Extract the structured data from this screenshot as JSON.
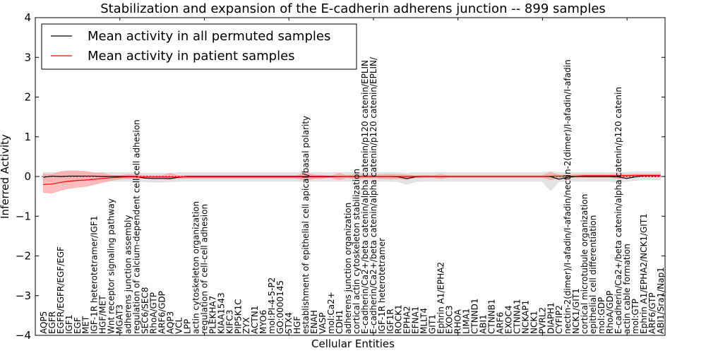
{
  "chart_data": {
    "type": "line",
    "title": "Stabilization and expansion of the E-cadherin adherens junction -- 899 samples",
    "xlabel": "Cellular Entities",
    "ylabel": "Inferred Activity",
    "ylim": [
      -4,
      4
    ],
    "yticks": [
      "-4",
      "-3",
      "-2",
      "-1",
      "0",
      "1",
      "2",
      "3",
      "4"
    ],
    "legend_position": "top-left",
    "grid": false,
    "colors": {
      "permuted": "#000000",
      "patient": "#ff0000",
      "patient_band": "#ff9999",
      "permuted_band": "#d9d9d9"
    },
    "categories": [
      "AQP5",
      "EGFR",
      "EGFR/EGFR/EGF/EGF",
      "IGF1",
      "EGF",
      "MET",
      "IGF-1R heterotetramer/IGF1",
      "HGF/MET",
      "Wnt receptor signaling pathway",
      "MGAT3",
      "adherens junction assembly",
      "regulation of calcium-dependent cell-cell adhesion",
      "SEC6/SEC8",
      "RhoA/GTP",
      "ARF6/GDP",
      "AQP3",
      "VCL",
      "LPP",
      "actin cytoskeleton organization",
      "regulation of cell-cell adhesion",
      "PLEKHA7",
      "KIAA1543",
      "KIFC3",
      "PIP5K1C",
      "ZYX",
      "ACTN1",
      "MYO6",
      "mol:PI-4-5-P2",
      "GO:0000145",
      "STX4",
      "HGF",
      "establishment of epithelial cell apical/basal polarity",
      "ENAH",
      "VASP",
      "mol:Ca2+",
      "CDH1",
      "adherens junction organization",
      "cortical actin cytoskeleton stabilization",
      "E-cadherin/Ca2+/beta catenin/alpha catenin/p120 catenin/EPLIN",
      "E-cadherin/Ca2+/beta catenin/alpha catenin/p120 catenin/EPLIN/",
      "IGF-1R heterotetramer",
      "IGF1R",
      "ROCK1",
      "EPHA2",
      "EFNA1",
      "MLLT4",
      "GIT1",
      "Ephrin A1/EPHA2",
      "EXOC3",
      "RHOA",
      "LIMA1",
      "CTNND1",
      "ABI1",
      "CTNNB1",
      "ARF6",
      "EXOC4",
      "CTNNA1",
      "NCKAP1",
      "NCK1",
      "PVRL2",
      "DIAPH1",
      "CYFIP2",
      "nectin-2(dimer)/I-afadin/I-afadin/nectin-2(dimer)/I-afadin/I-afadin",
      "NCK1/GIT1",
      "cortical microtubule organization",
      "epithelial cell differentiation",
      "mol:GDP",
      "RhoA/GDP",
      "E-cadherin/Ca2+/beta catenin/alpha catenin/p120 catenin",
      "actin cable formation",
      "mol:GTP",
      "Ephrin A1/EPHA2/NCK1/GIT1",
      "ARF6/GTP",
      "ABI1/Sra1/Nap1"
    ],
    "series": [
      {
        "name": "Mean activity in all permuted samples",
        "values": [
          -0.02,
          0.01,
          0.0,
          0.01,
          0.01,
          0.01,
          0.01,
          0.0,
          0.0,
          0.0,
          0.0,
          0.0,
          -0.04,
          -0.05,
          -0.05,
          -0.05,
          -0.02,
          0,
          0,
          0,
          0,
          0,
          0,
          0,
          0,
          0,
          0,
          0,
          0,
          0,
          0,
          0,
          0,
          0,
          0,
          0,
          0,
          0,
          0,
          0,
          0,
          0,
          -0.01,
          -0.05,
          -0.01,
          0,
          0,
          0,
          0,
          0,
          0,
          0,
          0,
          0,
          0,
          0,
          0,
          0,
          0,
          0,
          0,
          -0.07,
          -0.02,
          0,
          0,
          0,
          0,
          0,
          -0.01,
          -0.05,
          -0.01,
          0.02,
          0.02,
          0.02
        ],
        "lower": [
          -0.12,
          -0.12,
          -0.12,
          -0.12,
          -0.12,
          -0.12,
          -0.12,
          -0.12,
          -0.12,
          -0.12,
          -0.12,
          -0.12,
          -0.13,
          -0.14,
          -0.14,
          -0.13,
          -0.12,
          -0.12,
          -0.12,
          -0.12,
          -0.12,
          -0.12,
          -0.12,
          -0.12,
          -0.12,
          -0.12,
          -0.12,
          -0.12,
          -0.12,
          -0.12,
          -0.12,
          -0.12,
          -0.12,
          -0.12,
          -0.12,
          -0.12,
          -0.12,
          -0.12,
          -0.12,
          -0.12,
          -0.12,
          -0.12,
          -0.13,
          -0.2,
          -0.13,
          -0.12,
          -0.12,
          -0.12,
          -0.12,
          -0.12,
          -0.12,
          -0.12,
          -0.12,
          -0.12,
          -0.12,
          -0.12,
          -0.12,
          -0.12,
          -0.12,
          -0.12,
          -0.35,
          -0.13,
          -0.12,
          -0.12,
          -0.12,
          -0.12,
          -0.12,
          -0.12,
          -0.15,
          -0.12,
          -0.1,
          -0.08,
          -0.08,
          -0.08
        ],
        "upper": [
          0.1,
          0.1,
          0.1,
          0.1,
          0.1,
          0.1,
          0.1,
          0.1,
          0.1,
          0.1,
          0.1,
          0.1,
          0.08,
          0.08,
          0.08,
          0.08,
          0.1,
          0.1,
          0.1,
          0.1,
          0.1,
          0.1,
          0.1,
          0.1,
          0.1,
          0.1,
          0.1,
          0.1,
          0.1,
          0.1,
          0.1,
          0.1,
          0.1,
          0.1,
          0.1,
          0.1,
          0.1,
          0.1,
          0.1,
          0.1,
          0.1,
          0.1,
          0.1,
          0.08,
          0.1,
          0.1,
          0.1,
          0.1,
          0.1,
          0.1,
          0.1,
          0.1,
          0.1,
          0.1,
          0.1,
          0.1,
          0.1,
          0.1,
          0.1,
          0.1,
          0.12,
          0.1,
          0.1,
          0.1,
          0.1,
          0.1,
          0.1,
          0.1,
          0.1,
          0.1,
          0.12,
          0.12,
          0.12,
          0.12
        ]
      },
      {
        "name": "Mean activity in patient samples",
        "values": [
          -0.2,
          -0.19,
          -0.15,
          -0.12,
          -0.1,
          -0.09,
          -0.07,
          -0.05,
          -0.03,
          -0.02,
          -0.01,
          -0.01,
          -0.01,
          -0.01,
          -0.01,
          -0.01,
          -0.01,
          -0.01,
          -0.01,
          -0.01,
          -0.01,
          -0.01,
          -0.01,
          -0.01,
          -0.01,
          -0.01,
          -0.01,
          -0.01,
          -0.01,
          -0.01,
          -0.01,
          -0.01,
          -0.01,
          -0.01,
          -0.01,
          0,
          0,
          0,
          0,
          0,
          0,
          0,
          0,
          0,
          0,
          0,
          0,
          0,
          0,
          0,
          0,
          0,
          0,
          0,
          0,
          0,
          0,
          0,
          0,
          0,
          0.01,
          0.01,
          0.01,
          0.01,
          0.02,
          0.02,
          0.02,
          0.02,
          0.02,
          0.02,
          0.03,
          0.03,
          0.03,
          0.03
        ],
        "lower": [
          -0.4,
          -0.42,
          -0.35,
          -0.3,
          -0.27,
          -0.25,
          -0.2,
          -0.15,
          -0.1,
          -0.06,
          -0.05,
          -0.05,
          -0.04,
          -0.04,
          -0.04,
          -0.08,
          -0.04,
          -0.04,
          -0.04,
          -0.04,
          -0.04,
          -0.04,
          -0.04,
          -0.04,
          -0.04,
          -0.04,
          -0.04,
          -0.04,
          -0.04,
          -0.04,
          -0.04,
          -0.1,
          -0.05,
          -0.04,
          -0.02,
          -0.08,
          -0.03,
          -0.06,
          -0.04,
          -0.04,
          -0.05,
          -0.06,
          -0.05,
          -0.08,
          -0.03,
          -0.03,
          -0.02,
          -0.05,
          -0.02,
          -0.02,
          -0.02,
          -0.02,
          -0.02,
          -0.02,
          -0.02,
          -0.02,
          -0.02,
          -0.02,
          -0.02,
          -0.02,
          -0.08,
          -0.04,
          -0.02,
          -0.02,
          -0.02,
          -0.02,
          -0.02,
          -0.02,
          -0.06,
          -0.02,
          -0.01,
          -0.01,
          -0.01,
          -0.01
        ],
        "upper": [
          0.07,
          0.05,
          0.12,
          0.14,
          0.14,
          0.13,
          0.09,
          0.09,
          0.03,
          0.02,
          0.05,
          0.04,
          0.03,
          0.02,
          0.02,
          0.08,
          0.02,
          0.02,
          0.02,
          0.02,
          0.02,
          0.02,
          0.02,
          0.02,
          0.02,
          0.02,
          0.02,
          0.02,
          0.02,
          0.02,
          0.02,
          0.1,
          0.04,
          0.03,
          0.01,
          0.08,
          0.02,
          0.06,
          0.04,
          0.03,
          0.05,
          0.06,
          0.05,
          0.04,
          0.02,
          0.03,
          0.02,
          0.05,
          0.02,
          0.02,
          0.02,
          0.02,
          0.02,
          0.02,
          0.02,
          0.02,
          0.02,
          0.02,
          0.02,
          0.02,
          0.1,
          0.04,
          0.03,
          0.05,
          0.05,
          0.05,
          0.05,
          0.05,
          0.07,
          0.05,
          0.06,
          0.06,
          0.06,
          0.06
        ]
      }
    ]
  }
}
